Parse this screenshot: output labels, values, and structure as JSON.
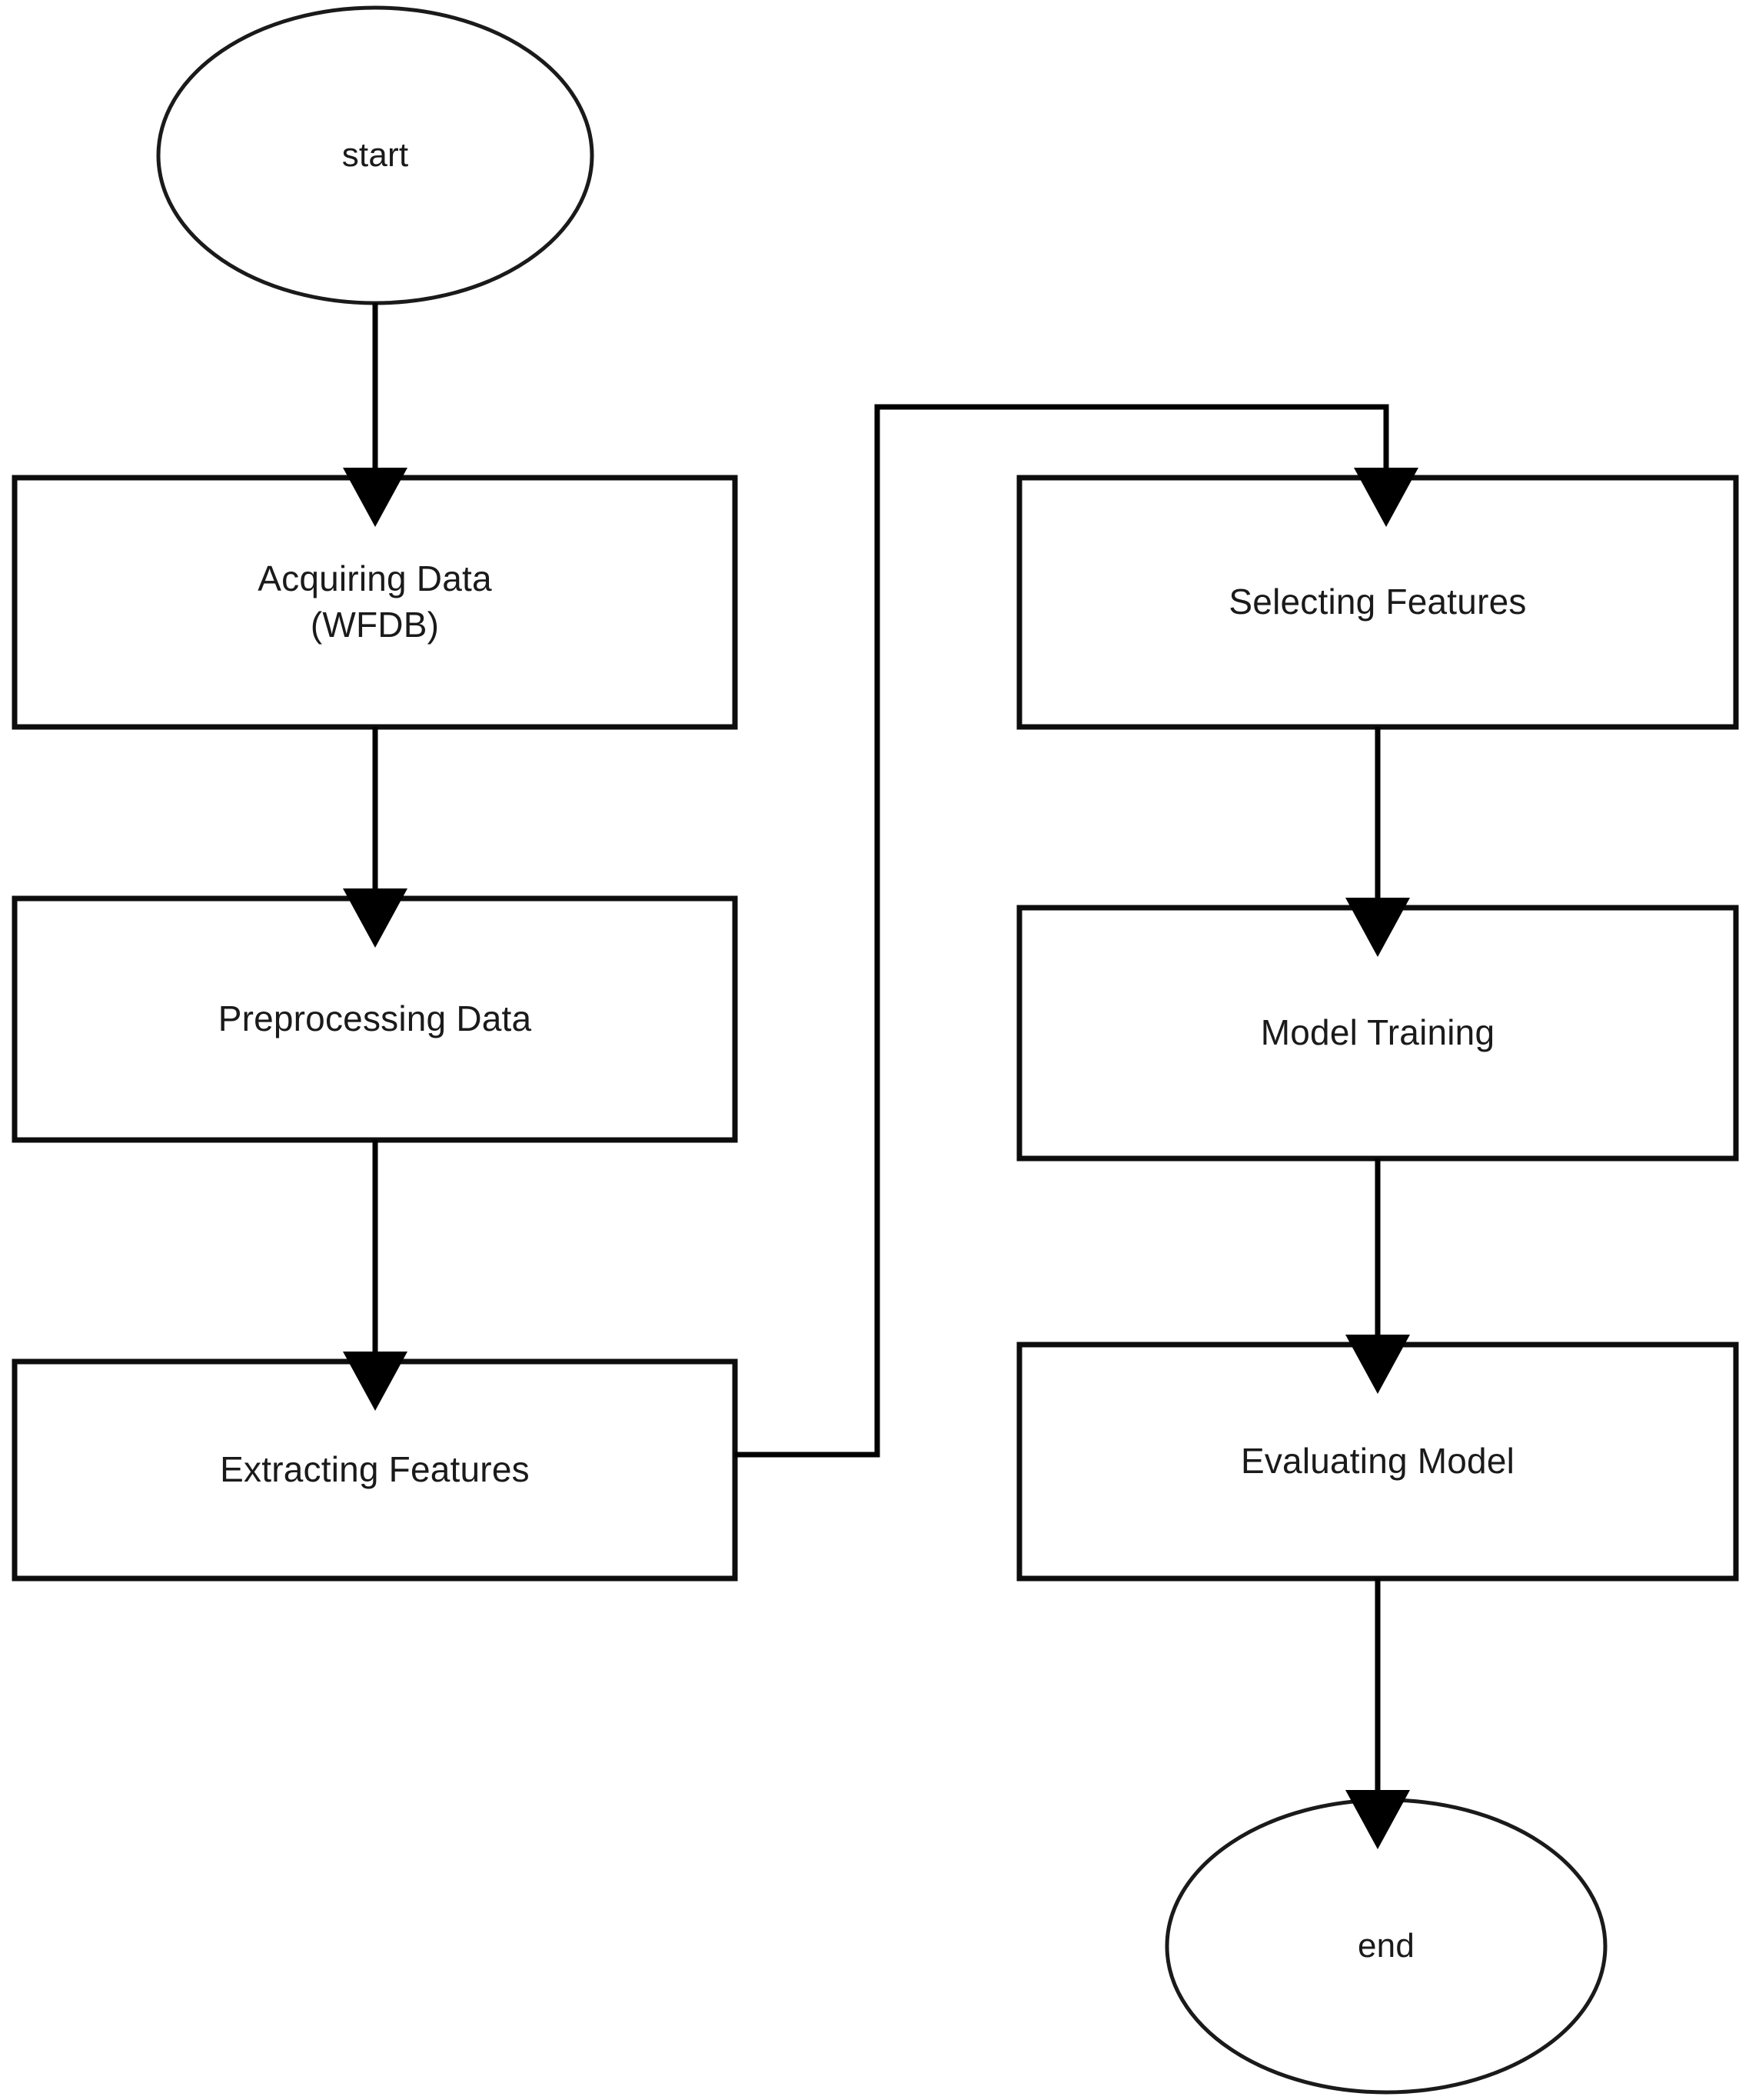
{
  "diagram": {
    "title": "ECG machine learning pipeline flowchart",
    "background_color": "#ffffff",
    "stroke_color": "#000000",
    "text_color": "#1a1a1a"
  },
  "nodes": {
    "start": {
      "label": "start",
      "shape": "ellipse"
    },
    "acquiring_data": {
      "label": "Acquiring Data\n(WFDB)",
      "shape": "rectangle"
    },
    "preprocessing_data": {
      "label": "Preprocessing Data",
      "shape": "rectangle"
    },
    "extracting_features": {
      "label": "Extracting Features",
      "shape": "rectangle"
    },
    "selecting_features": {
      "label": "Selecting Features",
      "shape": "rectangle"
    },
    "model_training": {
      "label": "Model Training",
      "shape": "rectangle"
    },
    "evaluating_model": {
      "label": "Evaluating Model",
      "shape": "rectangle"
    },
    "end": {
      "label": "end",
      "shape": "ellipse"
    }
  },
  "edges": [
    {
      "from": "start",
      "to": "acquiring_data",
      "style": "straight-down"
    },
    {
      "from": "acquiring_data",
      "to": "preprocessing_data",
      "style": "straight-down"
    },
    {
      "from": "preprocessing_data",
      "to": "extracting_features",
      "style": "straight-down"
    },
    {
      "from": "extracting_features",
      "to": "selecting_features",
      "style": "elbow-right-up-right-down"
    },
    {
      "from": "selecting_features",
      "to": "model_training",
      "style": "straight-down"
    },
    {
      "from": "model_training",
      "to": "evaluating_model",
      "style": "straight-down"
    },
    {
      "from": "evaluating_model",
      "to": "end",
      "style": "straight-down"
    }
  ]
}
